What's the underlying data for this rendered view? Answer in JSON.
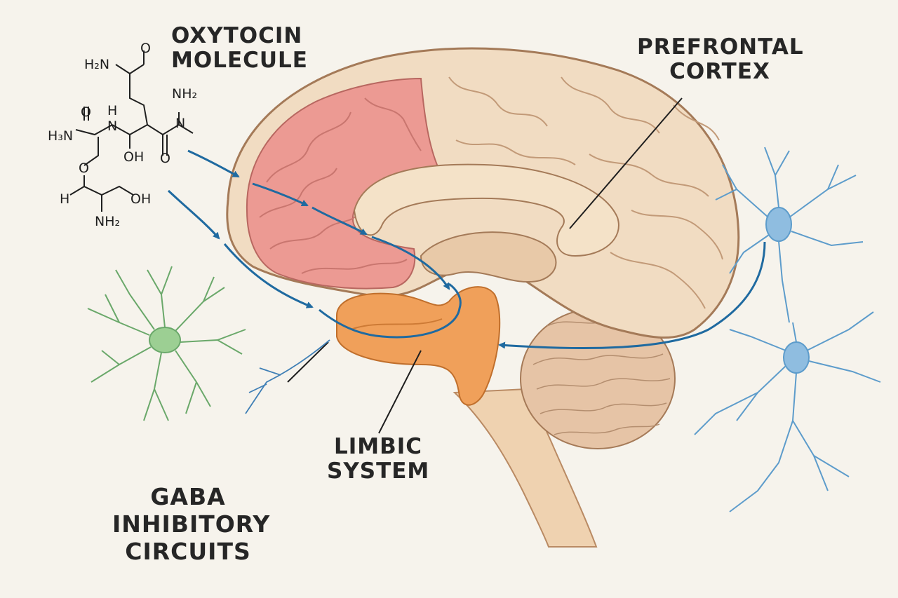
{
  "labels": {
    "oxytocin": [
      "OXYTOCIN",
      "MOLECULE"
    ],
    "prefrontal": [
      "PREFRONTAL",
      "CORTEX"
    ],
    "limbic": [
      "LIMBIC",
      "SYSTEM"
    ],
    "gaba": [
      "GABA",
      "INHIBITORY",
      "CIRCUITS"
    ]
  },
  "molecule_atoms": {
    "h2n_top": "H₂N",
    "o_top": "O",
    "nh2_right": "NH₂",
    "n_right": "N",
    "o_left": "O",
    "nh": "N",
    "h_of_nh": "H",
    "h3n": "H₃N",
    "oh_mid": "OH",
    "o_mid": "O",
    "o_ether": "O",
    "h_bottom": "H",
    "oh_bottom": "OH",
    "nh2_bottom": "NH₂"
  },
  "colors": {
    "background": "#f6f3ec",
    "prefrontal_pink": "#ec9a93",
    "limbic_orange": "#f0a05a",
    "brain_tan": "#f1dcc2",
    "arrow_blue": "#1f6aa0",
    "gaba_green": "#6aa86a",
    "neuron_blue": "#5d9ccb"
  }
}
